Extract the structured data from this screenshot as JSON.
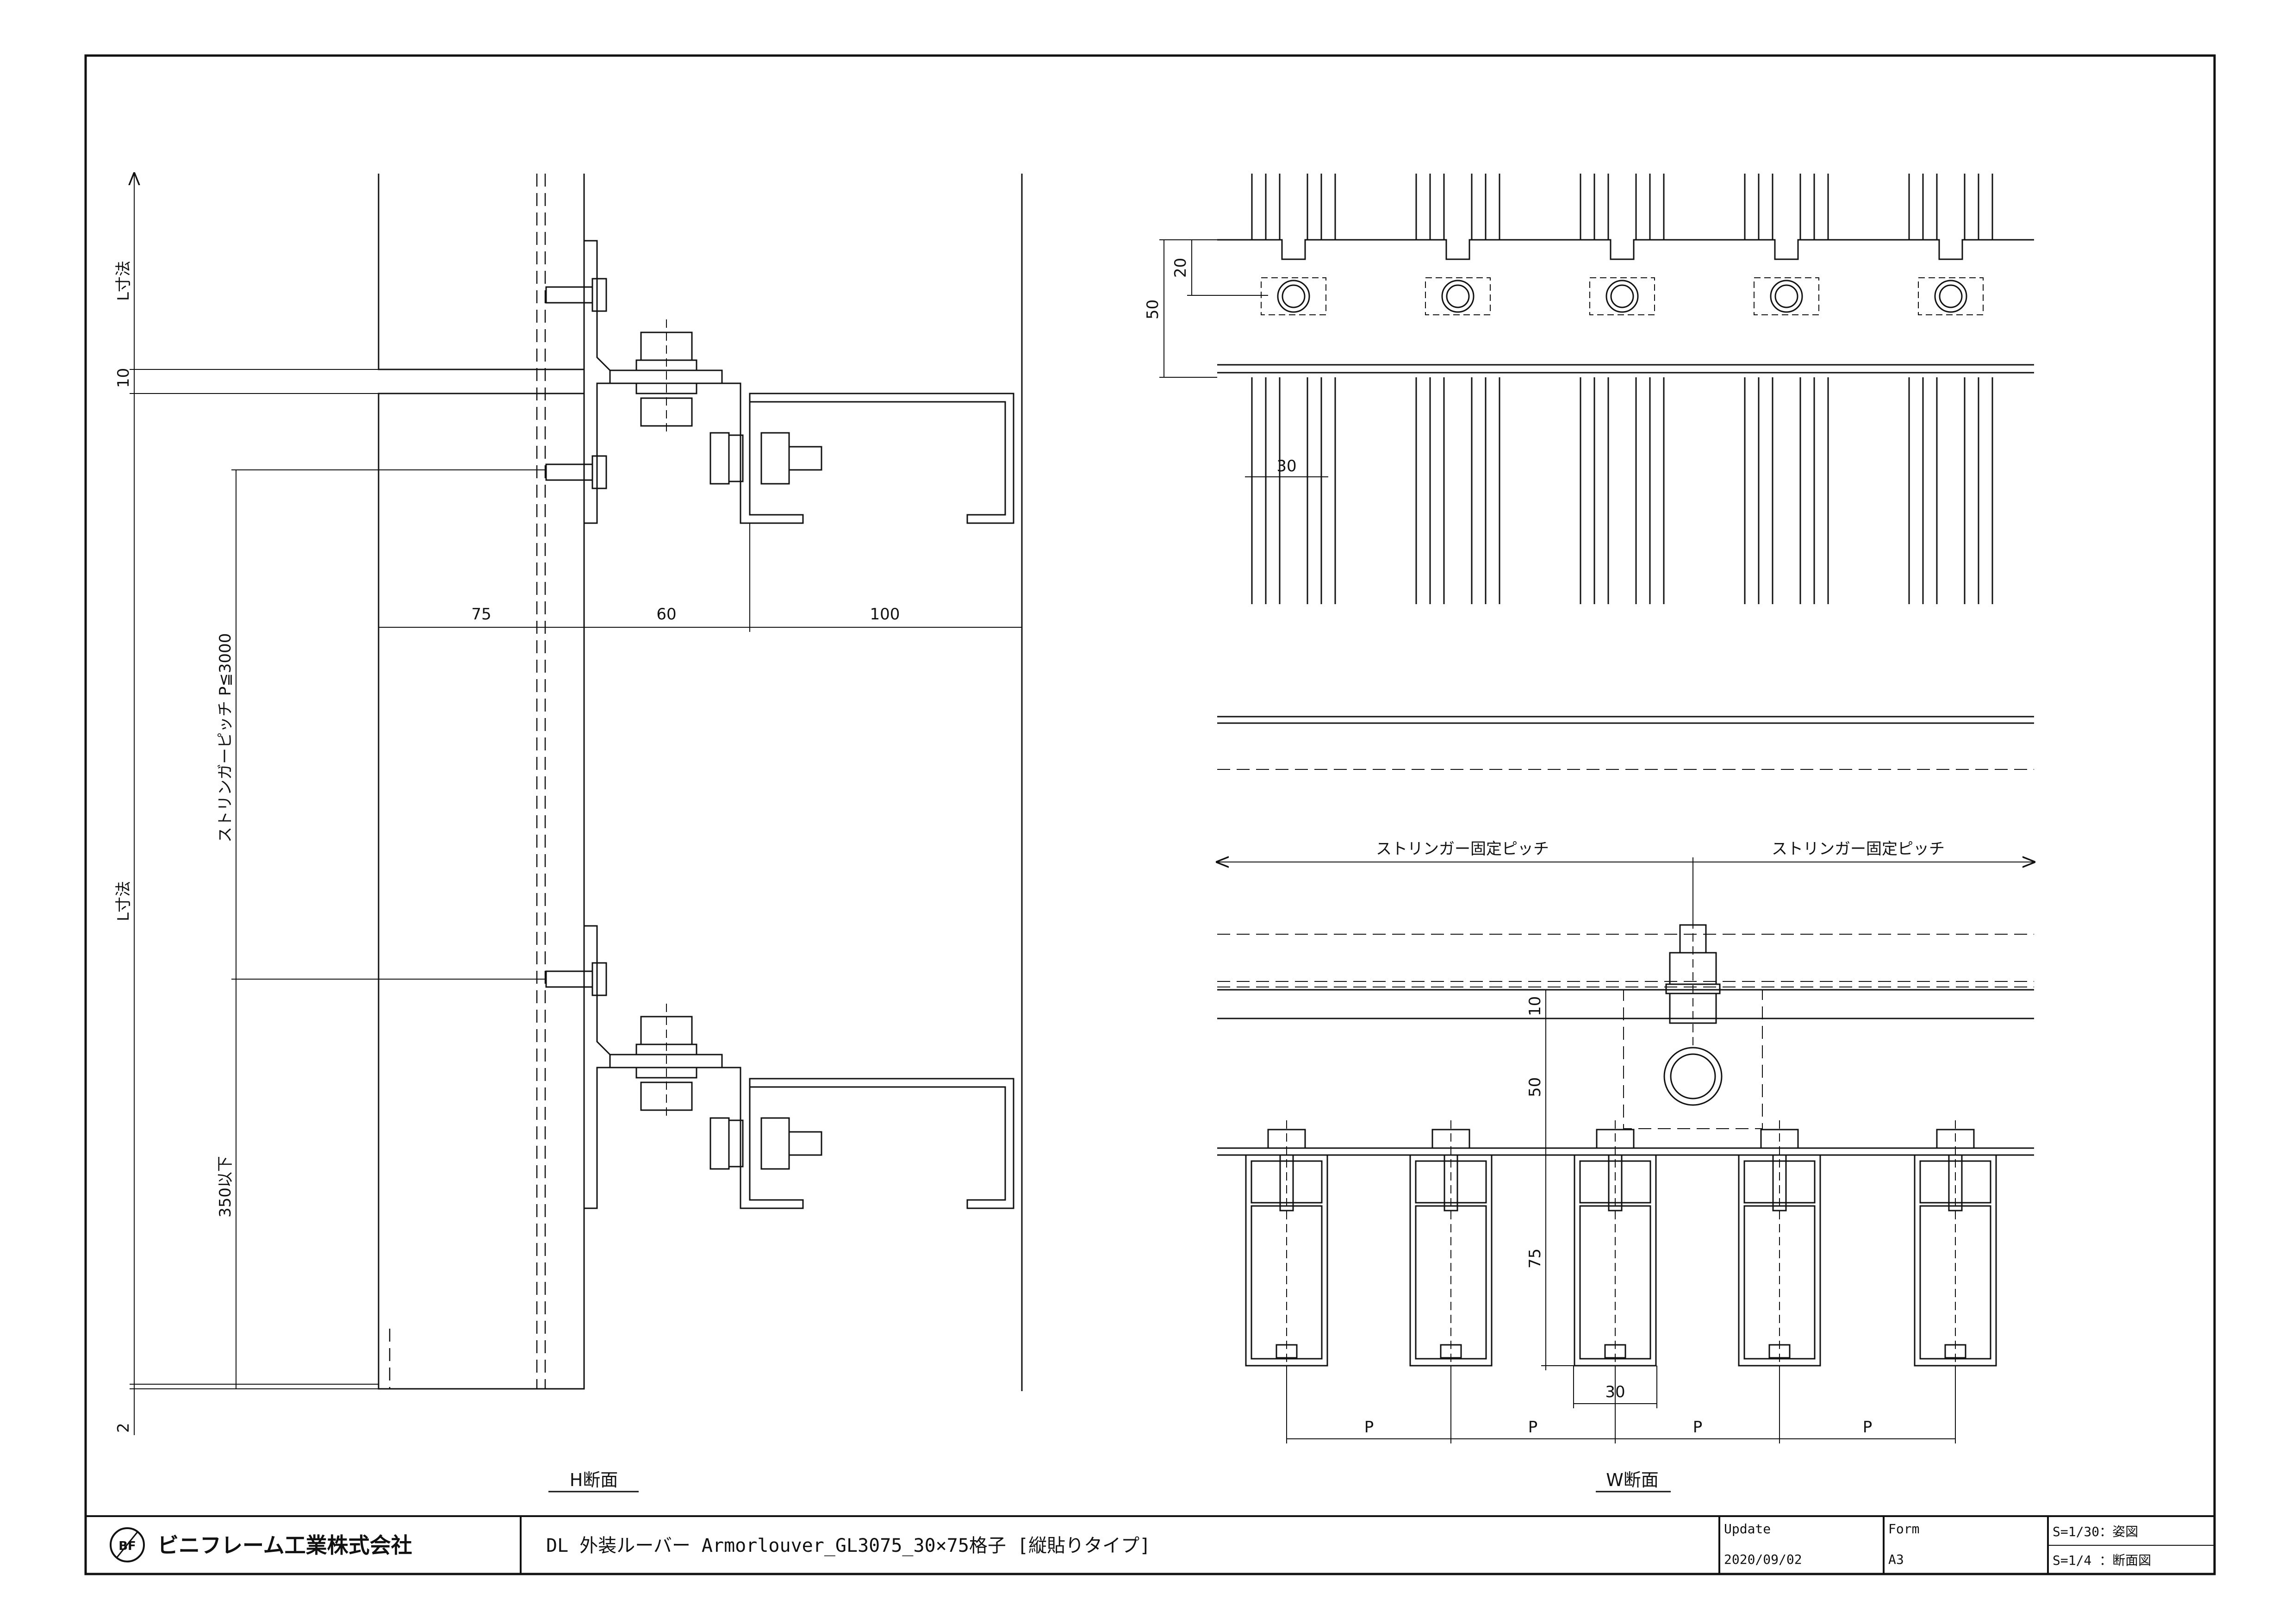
{
  "title_block": {
    "company": "ビニフレーム工業株式会社",
    "logo_mark": "BF",
    "drawing_title": "DL 外装ルーバー Armorlouver_GL3075_30×75格子 [縦貼りタイプ]",
    "update_label": "Update",
    "update_value": "2020/09/02",
    "form_label": "Form",
    "form_value": "A3",
    "scale_1": "S=1/30：姿図",
    "scale_2": "S=1/4 ：断面図"
  },
  "h_section": {
    "caption": "H断面",
    "dims": {
      "l_top": "L寸法",
      "gap_10": "10",
      "l_main": "L寸法",
      "pitch": "ストリンガーピッチ P≦3000",
      "end_350": "350以下",
      "bottom_2": "2",
      "w75": "75",
      "w60": "60",
      "w100": "100"
    }
  },
  "w_section": {
    "caption": "W断面",
    "dims": {
      "d50_top": "50",
      "d20": "20",
      "d30_top": "30",
      "d10": "10",
      "d50": "50",
      "d75": "75",
      "d30_bottom": "30",
      "pitch_left": "ストリンガー固定ピッチ",
      "pitch_right": "ストリンガー固定ピッチ",
      "p1": "P",
      "p2": "P",
      "p3": "P",
      "p4": "P"
    }
  }
}
